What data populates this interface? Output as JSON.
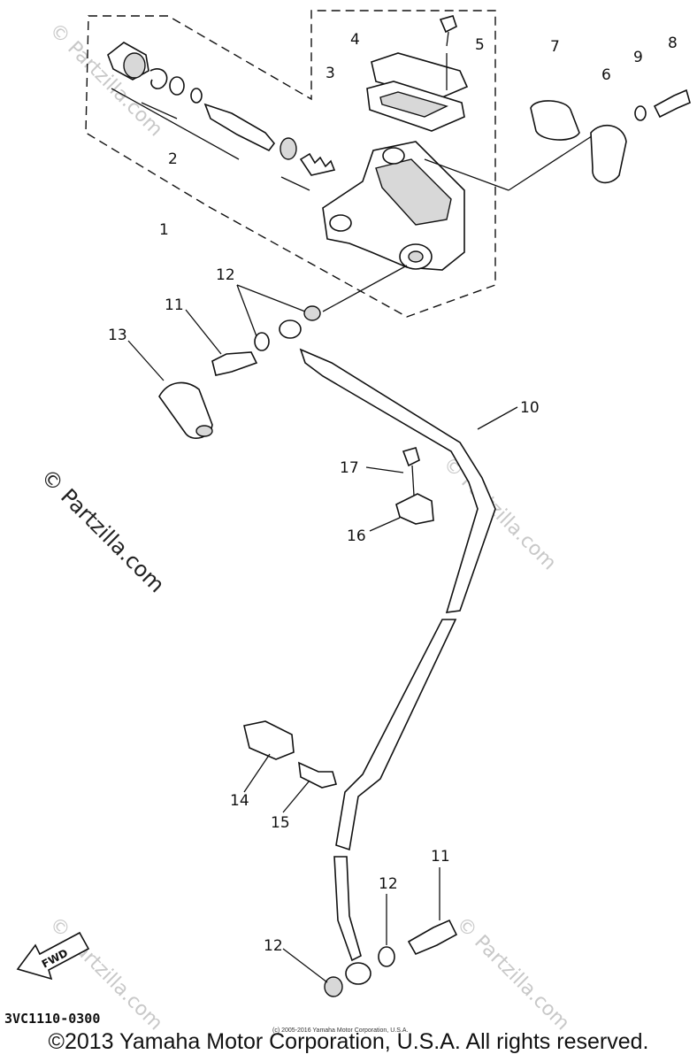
{
  "watermarks": {
    "main": "© Partzilla.com",
    "faint": "© Partzilla.com"
  },
  "callouts": {
    "c1": "1",
    "c2": "2",
    "c3": "3",
    "c4": "4",
    "c5": "5",
    "c6": "6",
    "c7": "7",
    "c8": "8",
    "c9": "9",
    "c10": "10",
    "c11a": "11",
    "c11b": "11",
    "c12a": "12",
    "c12b": "12",
    "c12c": "12",
    "c13": "13",
    "c14": "14",
    "c15": "15",
    "c16": "16",
    "c17": "17"
  },
  "fwd_label": "FWD",
  "diagram_code": "3VC1110-0300",
  "small_copyright": "(c) 2005-2016 Yamaha Motor Corporation, U.S.A.",
  "copyright": "©2013 Yamaha Motor Corporation, U.S.A. All rights reserved."
}
